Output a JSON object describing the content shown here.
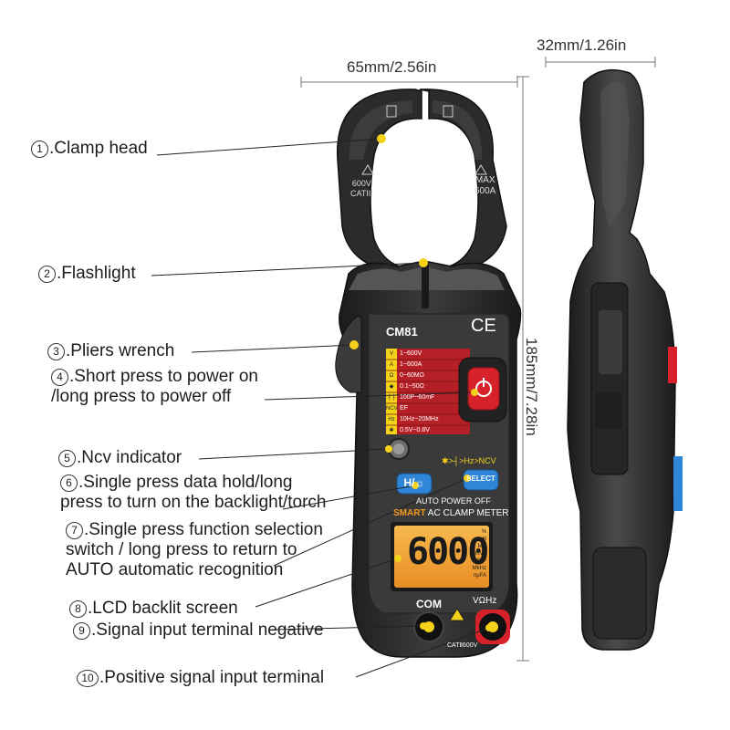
{
  "dimensions": {
    "width": "65mm/2.56in",
    "depth": "32mm/1.26in",
    "height": "185mm/7.28in"
  },
  "callouts": [
    {
      "num": "1",
      "text": ".Clamp head"
    },
    {
      "num": "2",
      "text": ".Flashlight"
    },
    {
      "num": "3",
      "text": ".Pliers wrench"
    },
    {
      "num": "4",
      "line1": ".Short press to power on",
      "line2": "/long press to power off"
    },
    {
      "num": "5",
      "text": ".Ncv indicator"
    },
    {
      "num": "6",
      "line1": ".Single press data hold/long",
      "line2": "press to turn on the backlight/torch"
    },
    {
      "num": "7",
      "line1": ".Single press function selection",
      "line2": "switch / long press to return to",
      "line3": "AUTO automatic recognition"
    },
    {
      "num": "8",
      "text": ".LCD backlit screen"
    },
    {
      "num": "9",
      "text": ".Signal input terminal negative"
    },
    {
      "num": "10",
      "text": ".Positive signal input terminal"
    }
  ],
  "device": {
    "model": "CM81",
    "ce_mark": "CE",
    "jaw_left_rating_1": "600V",
    "jaw_left_rating_2": "CATIII",
    "jaw_right_rating_1": "MAX",
    "jaw_right_rating_2": "600A",
    "spec_table": [
      {
        "sym": "V",
        "value": "1~600V"
      },
      {
        "sym": "A",
        "value": "1~600A"
      },
      {
        "sym": "Ω",
        "value": "0~60MΩ"
      },
      {
        "sym": "◆",
        "value": "0.1~50Ω"
      },
      {
        "sym": "┤├",
        "value": "100P~60mF"
      },
      {
        "sym": "NCV",
        "value": "EF"
      },
      {
        "sym": "Hz",
        "value": "10Hz~20MHz"
      },
      {
        "sym": "✱",
        "value": "0.5V~0.8V"
      }
    ],
    "mode_sequence": "✱>┤>Hz>NCV",
    "hold_button": "H/☼",
    "select_button": "SELECT",
    "auto_power_off": "AUTO POWER OFF",
    "brand_word": "SMART",
    "meter_title": "AC CLAMP METER",
    "lcd_reading": "6000",
    "lcd_small_labels": [
      "%",
      "H",
      "MΩ",
      "mVA",
      "°C°F",
      "MkHz",
      "nμFA"
    ],
    "com_label": "COM",
    "v_label": "VΩHz",
    "cat_label": "CATⅡ600V"
  },
  "colors": {
    "body": "#2c2c2c",
    "body_light": "#4a4a4a",
    "accent_red": "#d8222b",
    "yellow": "#f4d21a",
    "lcd": "#f2a83a",
    "blue": "#2f86d8"
  }
}
